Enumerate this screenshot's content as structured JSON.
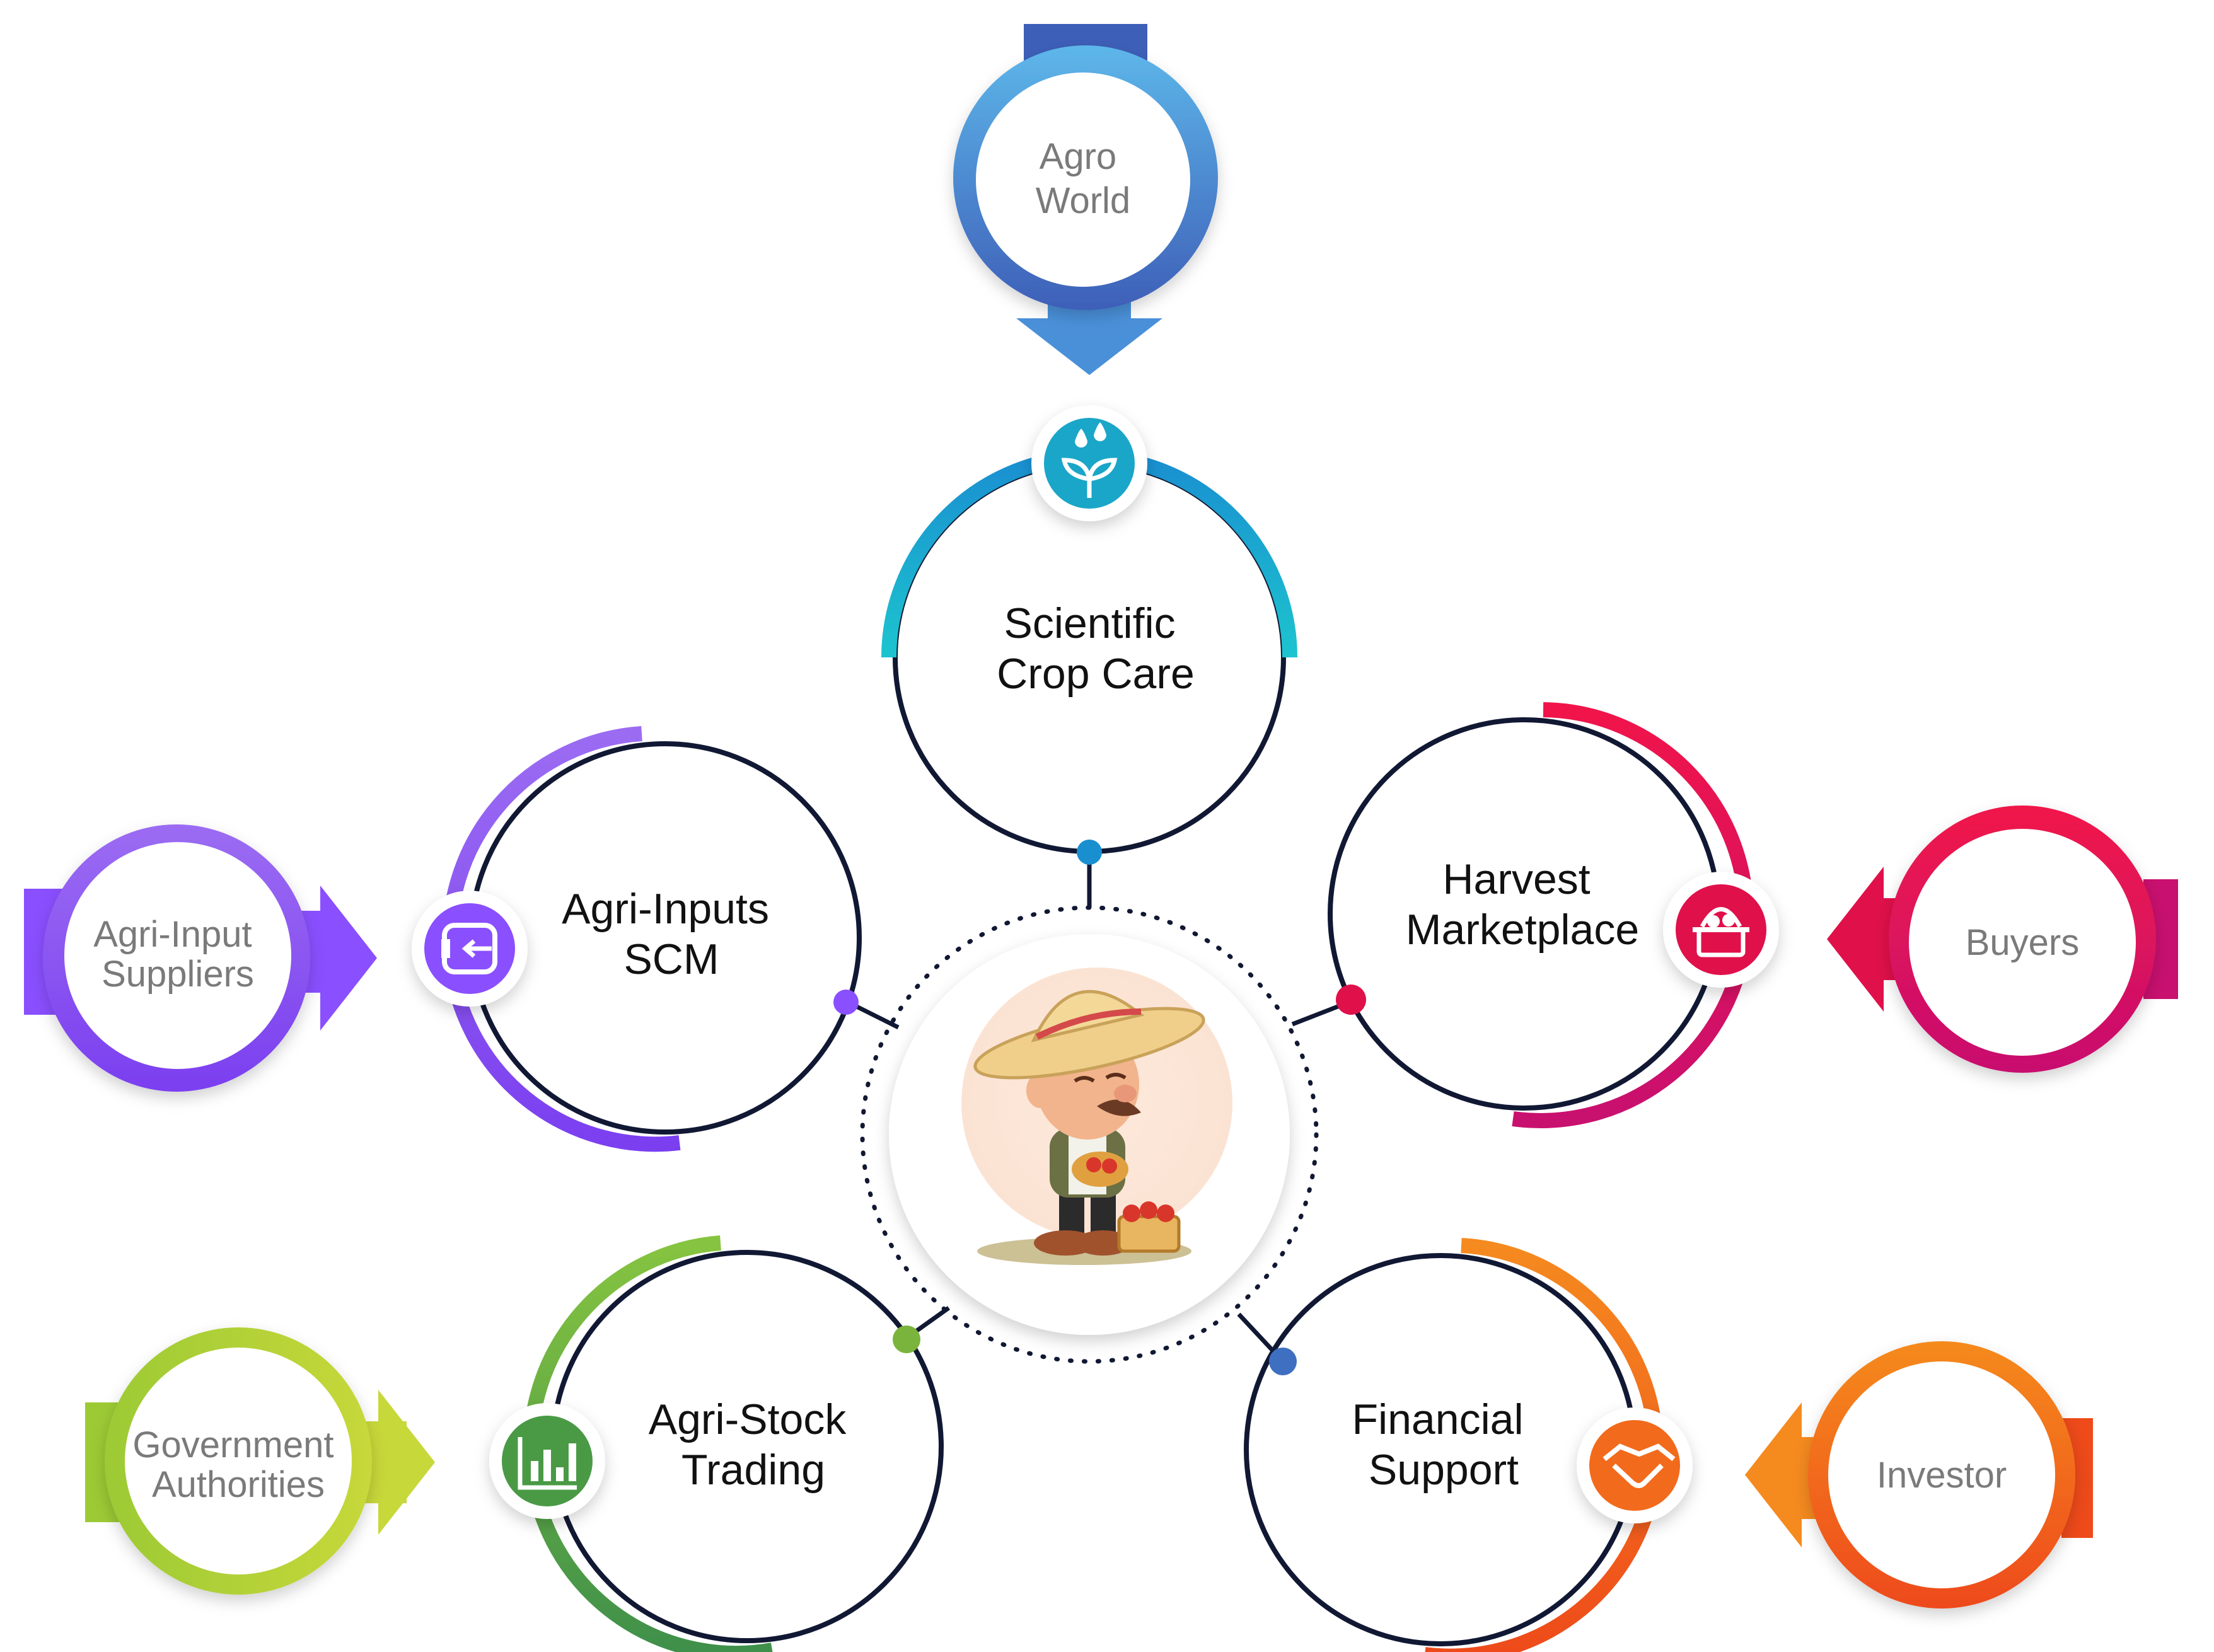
{
  "diagram": {
    "center": {
      "image": "farmer-illustration"
    },
    "modules": [
      {
        "id": "scientific-crop-care",
        "lines": [
          "Scientific",
          "Crop Care"
        ],
        "icon": "plant-water-drops-icon",
        "accent": "#1aa6c8",
        "stakeholder": {
          "lines": [
            "Agro",
            "World"
          ],
          "arrow": "down"
        }
      },
      {
        "id": "agri-inputs-scm",
        "lines": [
          "Agri-Inputs",
          "SCM"
        ],
        "icon": "supply-chain-icon",
        "accent": "#8a4fff",
        "stakeholder": {
          "lines": [
            "Agri-Input",
            "Suppliers"
          ],
          "arrow": "right"
        }
      },
      {
        "id": "harvest-marketplace",
        "lines": [
          "Harvest",
          "Marketplace"
        ],
        "icon": "basket-icon",
        "accent": "#e0104a",
        "stakeholder": {
          "lines": [
            "Buyers"
          ],
          "arrow": "left"
        }
      },
      {
        "id": "agri-stock-trading",
        "lines": [
          "Agri-Stock",
          "Trading"
        ],
        "icon": "bar-chart-icon",
        "accent": "#5aa33a",
        "stakeholder": {
          "lines": [
            "Government",
            "Authorities"
          ],
          "arrow": "right"
        }
      },
      {
        "id": "financial-support",
        "lines": [
          "Financial",
          "Support"
        ],
        "icon": "handshake-icon",
        "accent": "#f26a1b",
        "stakeholder": {
          "lines": [
            "Investor"
          ],
          "arrow": "left"
        }
      }
    ]
  }
}
